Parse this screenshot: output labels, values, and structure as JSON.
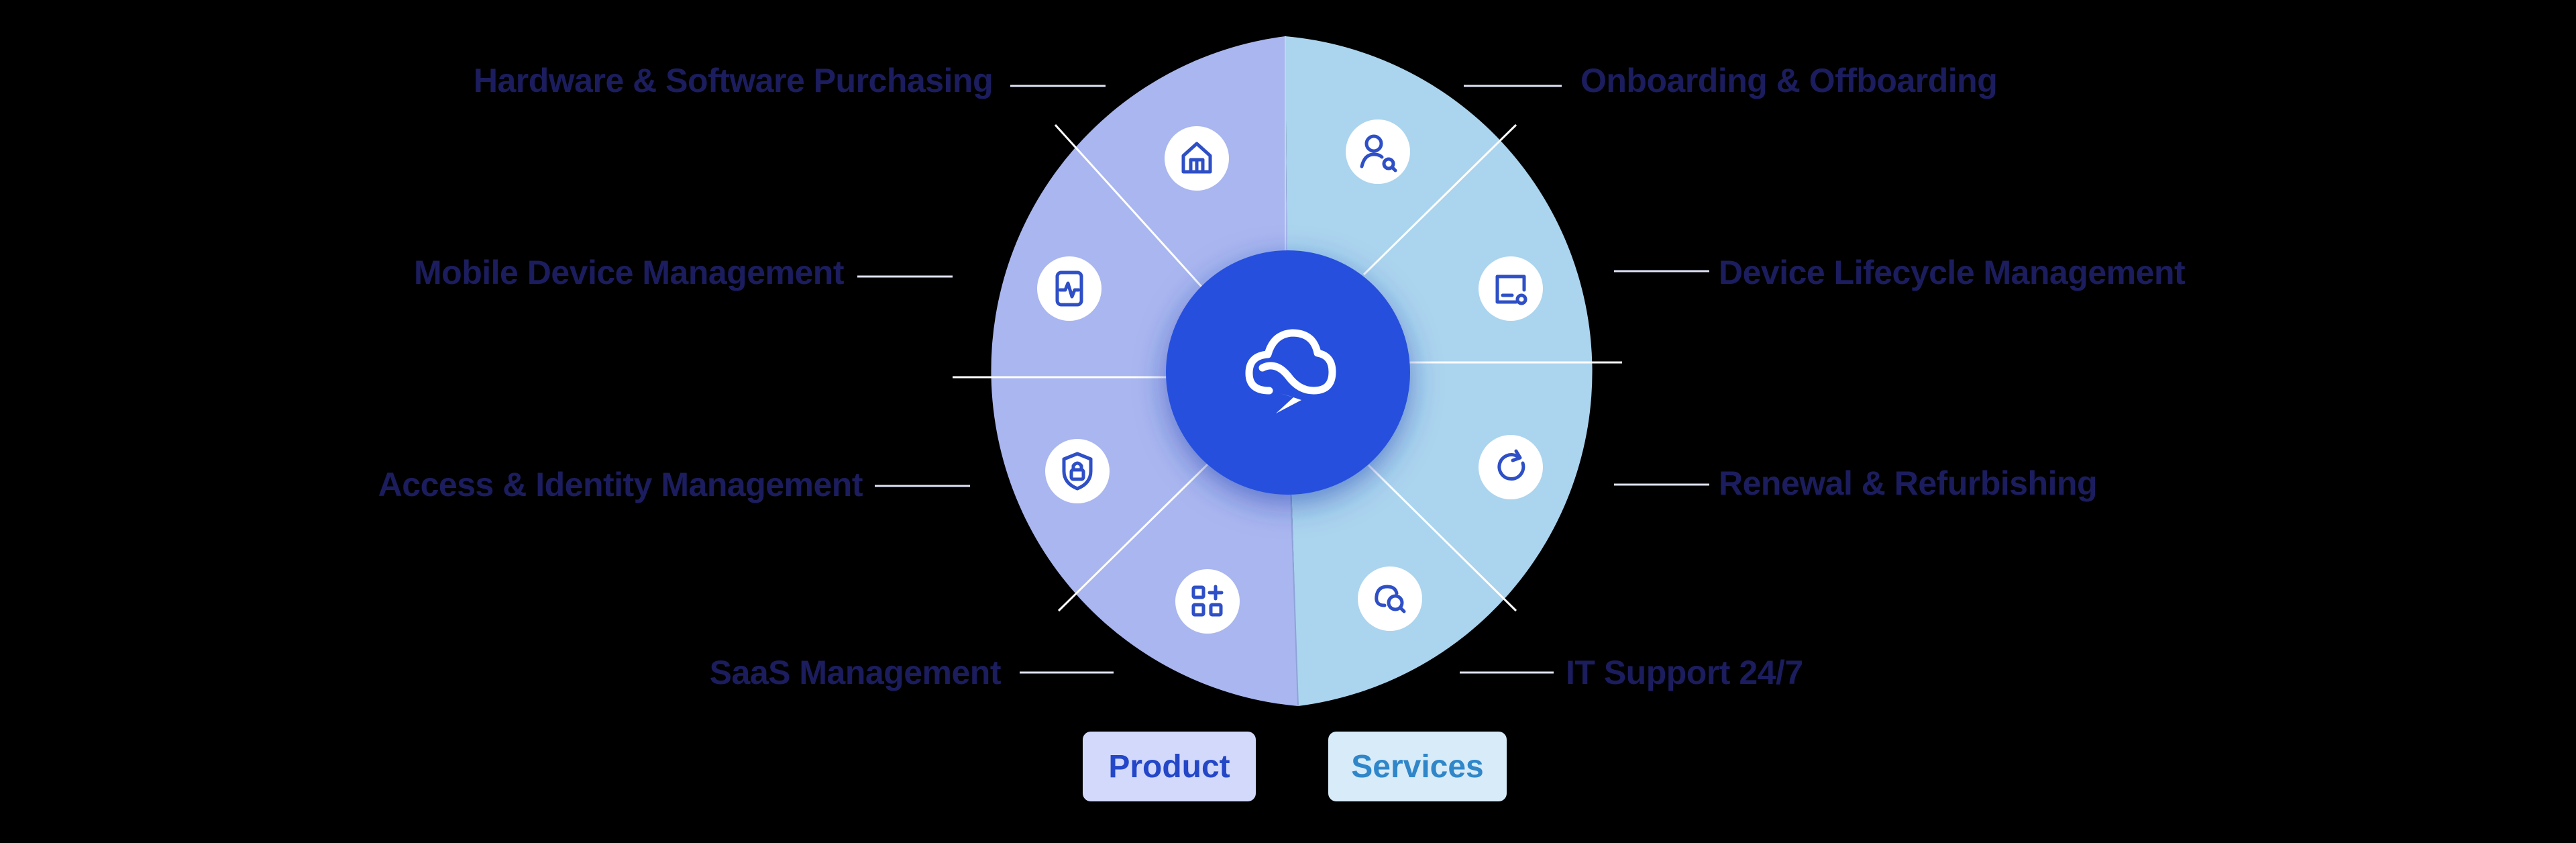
{
  "colors": {
    "background": "#000000",
    "product_fill": "#a9b6ef",
    "services_fill": "#abd4ee",
    "divider": "#ffffff",
    "center_fill": "#2650dd",
    "center_shadow": "#1d3fb0",
    "icon_stroke": "#2e4fc6",
    "label_text": "#1c1d5e",
    "connector": "#dfe3f7",
    "product_button_bg": "#d3d9fb",
    "product_button_text": "#2447c8",
    "services_button_bg": "#d7ebf8",
    "services_button_text": "#2f86c9"
  },
  "center": {
    "icon": "cloud-lightning-icon"
  },
  "segments": {
    "hardware": {
      "label": "Hardware & Software Purchasing",
      "icon": "shop-icon",
      "group": "Product"
    },
    "mobile": {
      "label": "Mobile Device Management",
      "icon": "phone-activity-icon",
      "group": "Product"
    },
    "access": {
      "label": "Access & Identity Management",
      "icon": "shield-lock-icon",
      "group": "Product"
    },
    "saas": {
      "label": "SaaS Management",
      "icon": "apps-add-icon",
      "group": "Product"
    },
    "onboarding": {
      "label": "Onboarding & Offboarding",
      "icon": "user-search-icon",
      "group": "Services"
    },
    "lifecycle": {
      "label": "Device Lifecycle Management",
      "icon": "device-settings-icon",
      "group": "Services"
    },
    "renewal": {
      "label": "Renewal & Refurbishing",
      "icon": "refresh-icon",
      "group": "Services"
    },
    "support": {
      "label": "IT Support 24/7",
      "icon": "chat-search-icon",
      "group": "Services"
    }
  },
  "legend": {
    "product_label": "Product",
    "services_label": "Services"
  }
}
